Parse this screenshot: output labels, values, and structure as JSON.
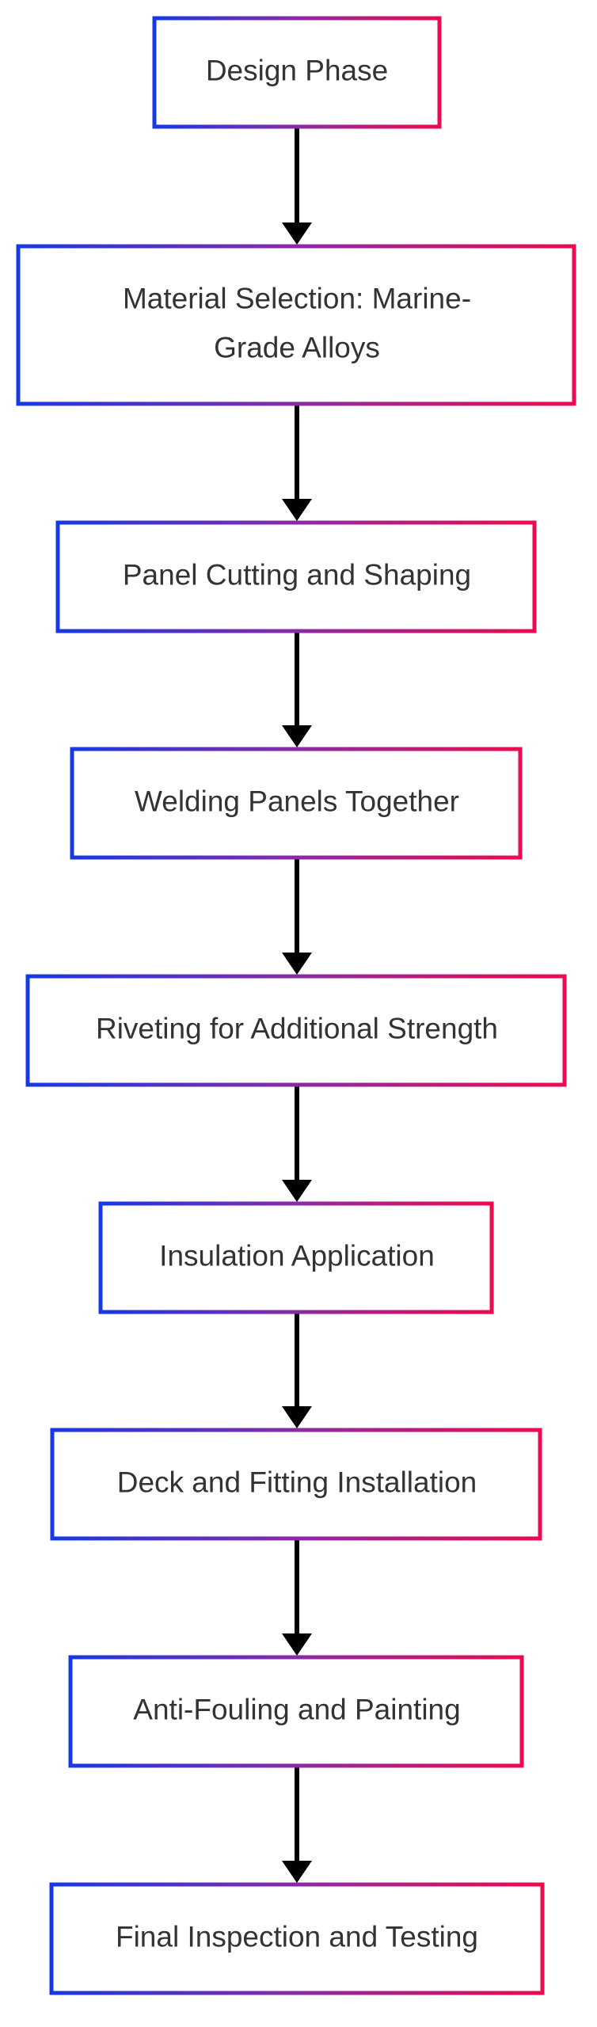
{
  "diagram": {
    "type": "flowchart",
    "direction": "top-to-bottom",
    "colors": {
      "border_gradient_start": "#1638e6",
      "border_gradient_mid": "#8a2aa6",
      "border_gradient_end": "#ee0a4e",
      "arrow": "#000000",
      "text": "#333333",
      "background": "#ffffff"
    },
    "nodes": [
      {
        "id": "n1",
        "lines": [
          "Design Phase"
        ]
      },
      {
        "id": "n2",
        "lines": [
          "Material Selection: Marine-",
          "Grade Alloys"
        ]
      },
      {
        "id": "n3",
        "lines": [
          "Panel Cutting and Shaping"
        ]
      },
      {
        "id": "n4",
        "lines": [
          "Welding Panels Together"
        ]
      },
      {
        "id": "n5",
        "lines": [
          "Riveting for Additional Strength"
        ]
      },
      {
        "id": "n6",
        "lines": [
          "Insulation Application"
        ]
      },
      {
        "id": "n7",
        "lines": [
          "Deck and Fitting Installation"
        ]
      },
      {
        "id": "n8",
        "lines": [
          "Anti-Fouling and Painting"
        ]
      },
      {
        "id": "n9",
        "lines": [
          "Final Inspection and Testing"
        ]
      }
    ],
    "edges": [
      {
        "from": "n1",
        "to": "n2"
      },
      {
        "from": "n2",
        "to": "n3"
      },
      {
        "from": "n3",
        "to": "n4"
      },
      {
        "from": "n4",
        "to": "n5"
      },
      {
        "from": "n5",
        "to": "n6"
      },
      {
        "from": "n6",
        "to": "n7"
      },
      {
        "from": "n7",
        "to": "n8"
      },
      {
        "from": "n8",
        "to": "n9"
      }
    ]
  }
}
